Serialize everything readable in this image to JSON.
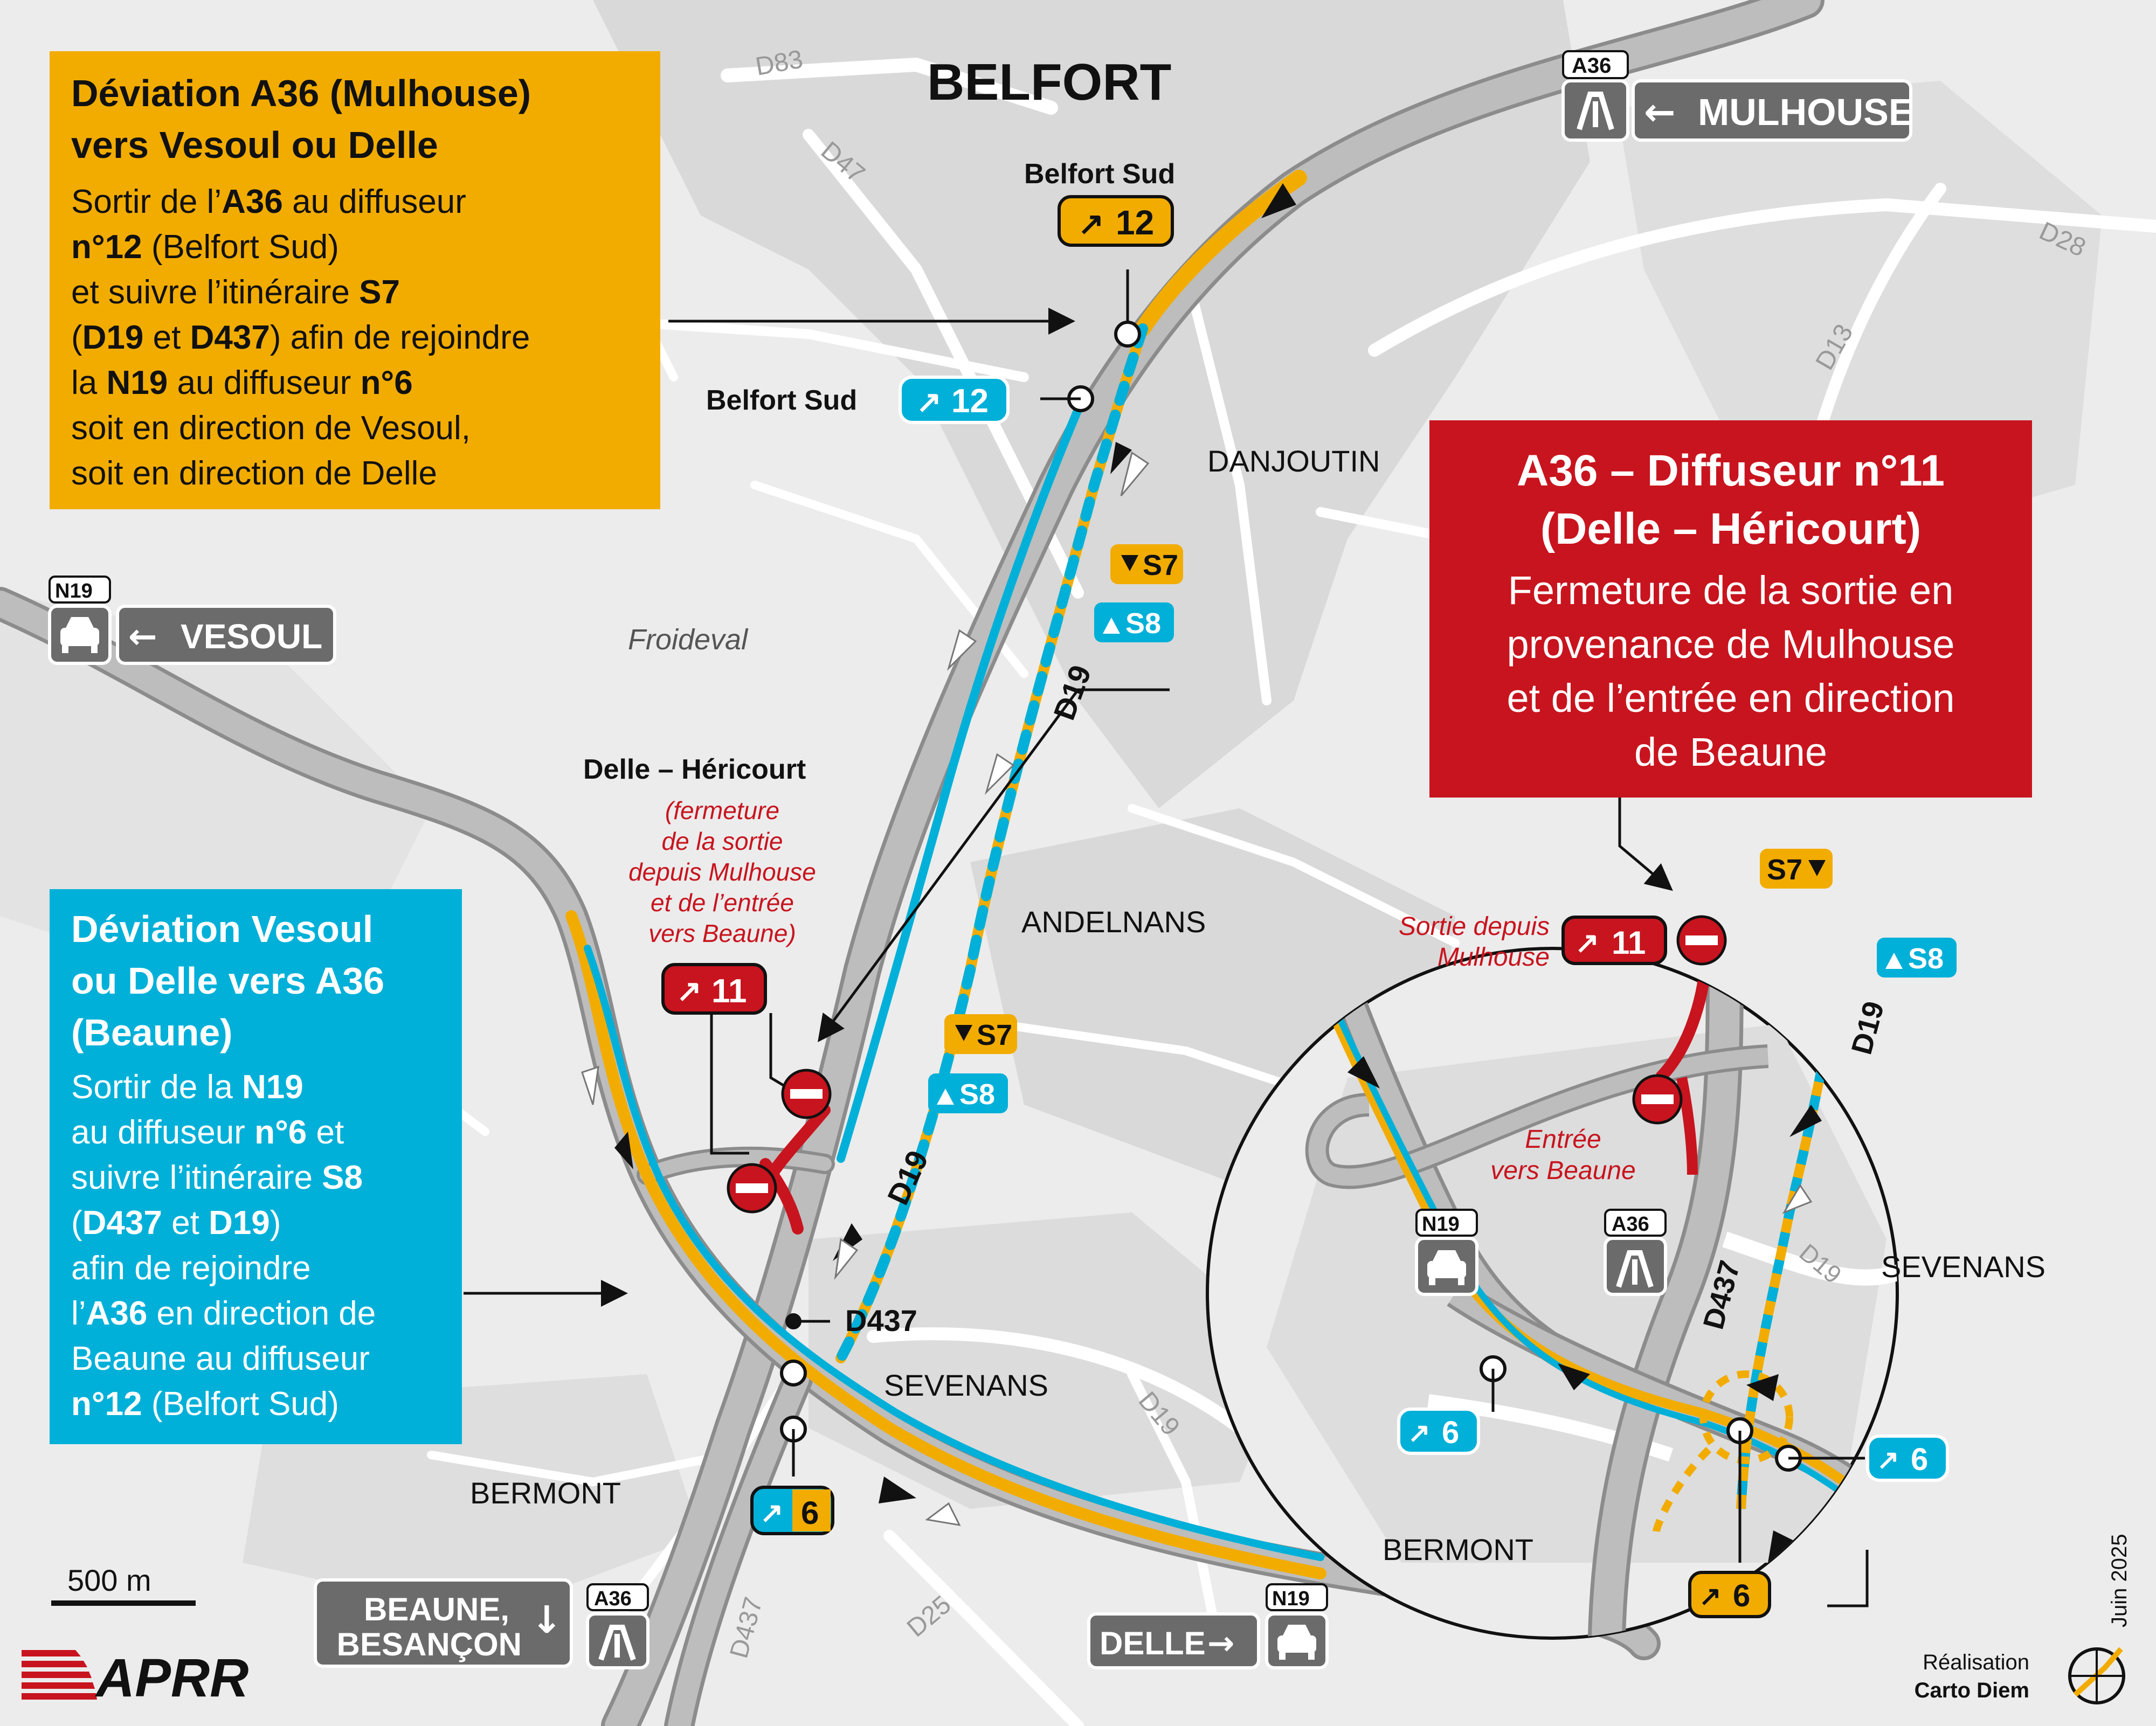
{
  "colors": {
    "orange": "#f2ac00",
    "blue": "#00b0d8",
    "red": "#c8141e",
    "grey_road": "#b8b8b8",
    "sign_grey": "#6b6b6b"
  },
  "city_title": "BELFORT",
  "place_names": {
    "danjoutin": "DANJOUTIN",
    "froideval": "Froideval",
    "andelnans": "ANDELNANS",
    "sevenans": "SEVENANS",
    "bermont": "BERMONT"
  },
  "road_labels": {
    "d83": "D83",
    "d47": "D47",
    "d28": "D28",
    "d13": "D13",
    "d19": "D19",
    "d437": "D437",
    "d25": "D25"
  },
  "directions": {
    "mulhouse": {
      "road": "A36",
      "label": "MULHOUSE"
    },
    "vesoul": {
      "road": "N19",
      "label": "VESOUL"
    },
    "beaune": {
      "road": "A36",
      "line1": "BEAUNE,",
      "line2": "BESANÇON"
    },
    "delle": {
      "road": "N19",
      "label": "DELLE"
    }
  },
  "interchanges": {
    "belfort_sud_label": "Belfort Sud",
    "belfort_sud_number": "12",
    "delle_hericourt_label": "Delle – Héricourt",
    "delle_hericourt_number": "11",
    "diffuseur_6_number": "6",
    "closure_note_lines": [
      "(fermeture",
      "de la sortie",
      "depuis Mulhouse",
      "et de l’entrée",
      "vers Beaune)"
    ]
  },
  "route_tags": {
    "s7": "S7",
    "s8": "S8",
    "d437_label": "D437"
  },
  "orange_panel": {
    "title_line1": "Déviation A36 (Mulhouse)",
    "title_line2": "vers Vesoul ou Delle",
    "body": [
      [
        [
          "Sortir de l’",
          false
        ],
        [
          "A36",
          true
        ],
        [
          " au diffuseur",
          false
        ]
      ],
      [
        [
          "n°12",
          true
        ],
        [
          " (Belfort Sud)",
          false
        ]
      ],
      [
        [
          "et suivre l’itinéraire ",
          false
        ],
        [
          "S7",
          true
        ]
      ],
      [
        [
          "(",
          false
        ],
        [
          "D19",
          true
        ],
        [
          " et ",
          false
        ],
        [
          "D437",
          true
        ],
        [
          ") afin de rejoindre",
          false
        ]
      ],
      [
        [
          "la ",
          false
        ],
        [
          "N19",
          true
        ],
        [
          " au diffuseur ",
          false
        ],
        [
          "n°6",
          true
        ]
      ],
      [
        [
          "soit en direction de Vesoul,",
          false
        ]
      ],
      [
        [
          "soit en direction de Delle",
          false
        ]
      ]
    ]
  },
  "blue_panel": {
    "title_line1": "Déviation Vesoul",
    "title_line2": "ou Delle vers A36",
    "title_line3": "(Beaune)",
    "body": [
      [
        [
          "Sortir de la ",
          false
        ],
        [
          "N19",
          true
        ]
      ],
      [
        [
          "au diffuseur ",
          false
        ],
        [
          "n°6",
          true
        ],
        [
          " et",
          false
        ]
      ],
      [
        [
          "suivre l’itinéraire ",
          false
        ],
        [
          "S8",
          true
        ]
      ],
      [
        [
          "(",
          false
        ],
        [
          "D437",
          true
        ],
        [
          " et ",
          false
        ],
        [
          "D19",
          true
        ],
        [
          ")",
          false
        ]
      ],
      [
        [
          "afin de rejoindre",
          false
        ]
      ],
      [
        [
          "l’",
          false
        ],
        [
          "A36",
          true
        ],
        [
          " en direction de",
          false
        ]
      ],
      [
        [
          "Beaune au diffuseur",
          false
        ]
      ],
      [
        [
          "n°12",
          true
        ],
        [
          " (Belfort Sud)",
          false
        ]
      ]
    ]
  },
  "red_panel": {
    "title_line1": "A36 – Diffuseur n°11",
    "title_line2": "(Delle – Héricourt)",
    "body_lines": [
      "Fermeture de la sortie en",
      "provenance de Mulhouse",
      "et de l’entrée en direction",
      "de Beaune"
    ]
  },
  "inset": {
    "exit_label_line1": "Sortie depuis",
    "exit_label_line2": "Mulhouse",
    "entry_label_line1": "Entrée",
    "entry_label_line2": "vers Beaune",
    "n19_badge": "N19",
    "a36_badge": "A36",
    "d437_label": "D437",
    "d19_label": "D19",
    "d19_small_label": "D19",
    "sevenans": "SEVENANS",
    "bermont": "BERMONT"
  },
  "scale": {
    "label": "500 m"
  },
  "date_label": "Juin 2025",
  "credits": {
    "line1": "Réalisation",
    "line2": "Carto Diem"
  },
  "logo_text": "APRR"
}
